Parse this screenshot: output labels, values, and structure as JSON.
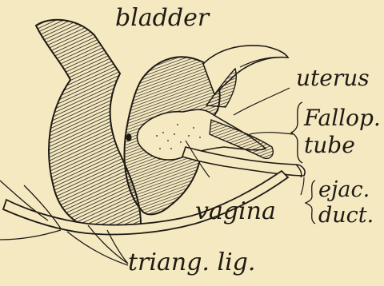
{
  "labels": {
    "bladder": "bladder",
    "uterus": "uterus",
    "fallop_line1": "Fallop.",
    "fallop_line2": "tube",
    "ejac_line1": "ejac.",
    "ejac_line2": "duct.",
    "vagina": "vagina",
    "triang": "triang. lig."
  },
  "colors": {
    "paper": "#f5e9c2",
    "ink": "#1e1a14"
  }
}
